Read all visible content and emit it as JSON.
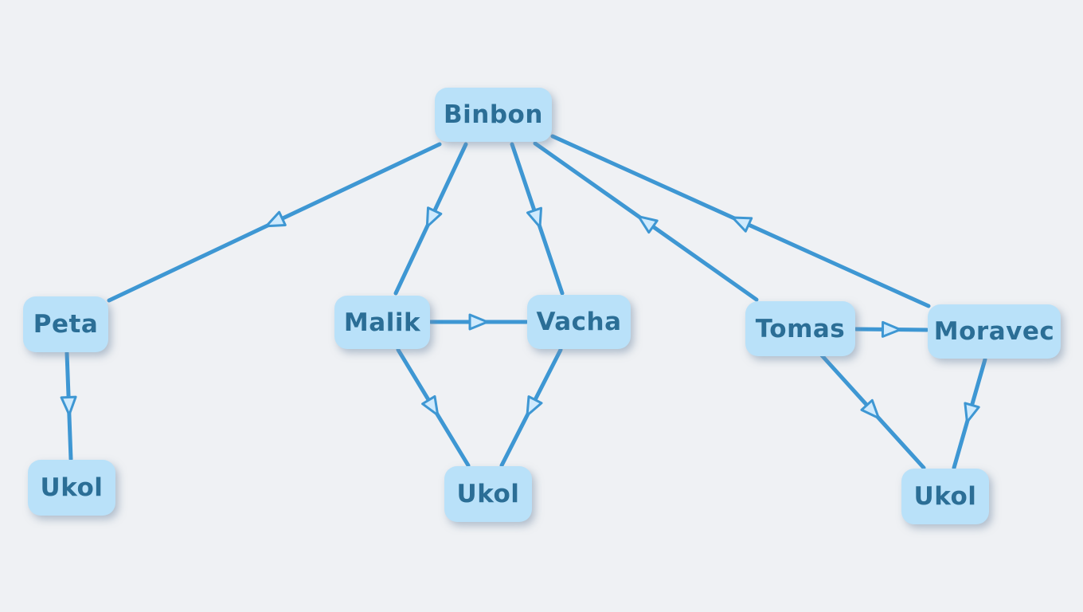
{
  "diagram": {
    "colors": {
      "background": "#eff1f4",
      "node_fill": "#b9e1f9",
      "node_text": "#2b6e96",
      "edge": "#3e97d3",
      "arrow_fill": "#cfeafd"
    },
    "nodes": [
      {
        "id": "binbon",
        "label": "Binbon"
      },
      {
        "id": "peta",
        "label": "Peta"
      },
      {
        "id": "malik",
        "label": "Malik"
      },
      {
        "id": "vacha",
        "label": "Vacha"
      },
      {
        "id": "tomas",
        "label": "Tomas"
      },
      {
        "id": "moravec",
        "label": "Moravec"
      },
      {
        "id": "ukol-left",
        "label": "Ukol"
      },
      {
        "id": "ukol-middle",
        "label": "Ukol"
      },
      {
        "id": "ukol-right",
        "label": "Ukol"
      }
    ],
    "edges": [
      {
        "from": "binbon",
        "to": "peta"
      },
      {
        "from": "binbon",
        "to": "malik"
      },
      {
        "from": "binbon",
        "to": "vacha"
      },
      {
        "from": "tomas",
        "to": "binbon"
      },
      {
        "from": "moravec",
        "to": "binbon"
      },
      {
        "from": "malik",
        "to": "vacha"
      },
      {
        "from": "tomas",
        "to": "moravec"
      },
      {
        "from": "peta",
        "to": "ukol-left"
      },
      {
        "from": "malik",
        "to": "ukol-middle"
      },
      {
        "from": "vacha",
        "to": "ukol-middle"
      },
      {
        "from": "tomas",
        "to": "ukol-right"
      },
      {
        "from": "moravec",
        "to": "ukol-right"
      }
    ]
  }
}
